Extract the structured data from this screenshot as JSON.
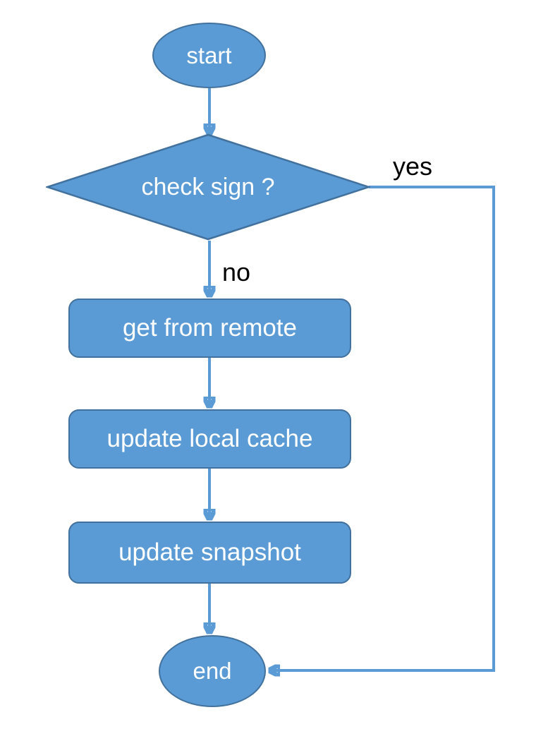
{
  "diagram": {
    "type": "flowchart",
    "nodes": {
      "start": {
        "label": "start",
        "shape": "ellipse"
      },
      "decision": {
        "label": "check sign ?",
        "shape": "diamond"
      },
      "step1": {
        "label": "get from remote",
        "shape": "rounded-rect"
      },
      "step2": {
        "label": "update local cache",
        "shape": "rounded-rect"
      },
      "step3": {
        "label": "update snapshot",
        "shape": "rounded-rect"
      },
      "end": {
        "label": "end",
        "shape": "ellipse"
      }
    },
    "edges": [
      {
        "from": "start",
        "to": "decision",
        "label": ""
      },
      {
        "from": "decision",
        "to": "step1",
        "label": "no"
      },
      {
        "from": "decision",
        "to": "end",
        "label": "yes"
      },
      {
        "from": "step1",
        "to": "step2",
        "label": ""
      },
      {
        "from": "step2",
        "to": "step3",
        "label": ""
      },
      {
        "from": "step3",
        "to": "end",
        "label": ""
      }
    ],
    "colors": {
      "shape_fill": "#5b9bd5",
      "shape_border": "#41719c",
      "connector": "#5b9bd5",
      "shape_text": "#ffffff",
      "edge_label_text": "#000000",
      "background": "#ffffff"
    }
  }
}
